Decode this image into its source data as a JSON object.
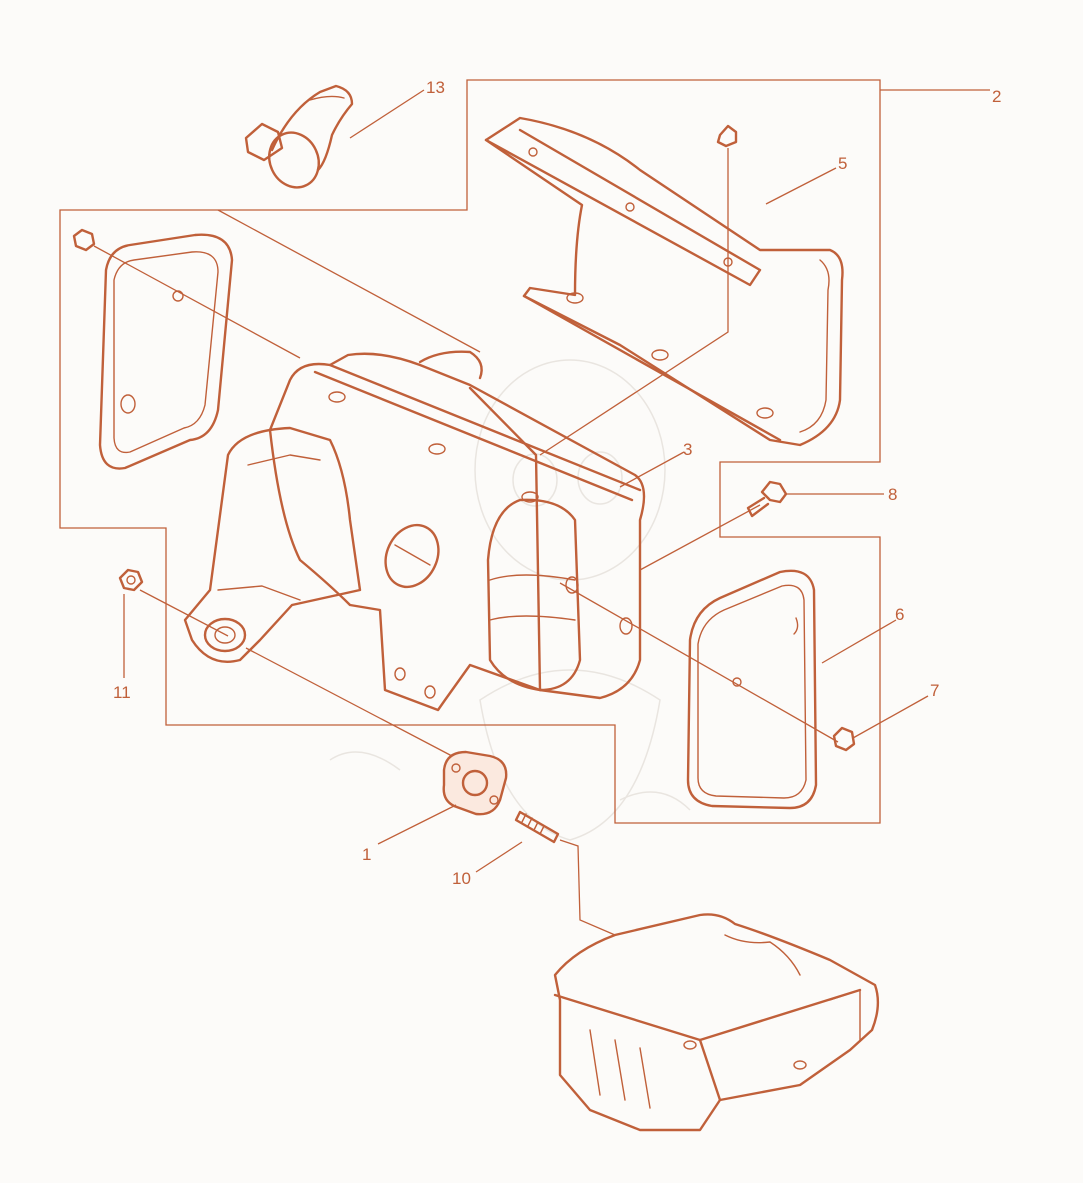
{
  "diagram": {
    "callouts": [
      {
        "id": "c1",
        "label": "1"
      },
      {
        "id": "c2",
        "label": "2"
      },
      {
        "id": "c3",
        "label": "3"
      },
      {
        "id": "c5",
        "label": "5"
      },
      {
        "id": "c6",
        "label": "6"
      },
      {
        "id": "c7",
        "label": "7"
      },
      {
        "id": "c8",
        "label": "8"
      },
      {
        "id": "c10",
        "label": "10"
      },
      {
        "id": "c11",
        "label": "11"
      },
      {
        "id": "c13",
        "label": "13"
      }
    ],
    "colors": {
      "line": "#c0603a",
      "fill": "#fbe9df",
      "background": "#fcfbf9"
    }
  }
}
